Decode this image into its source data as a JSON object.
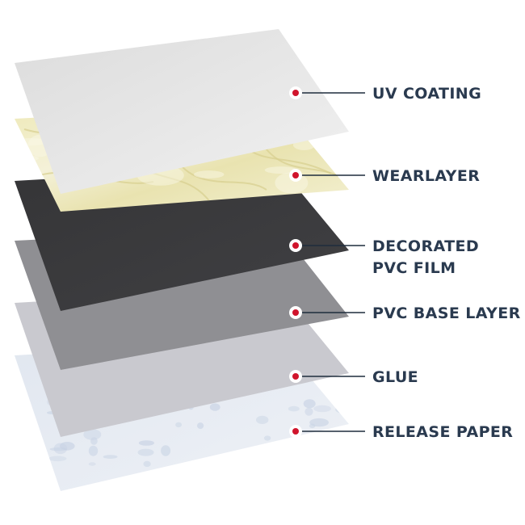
{
  "colors": {
    "label_text": "#2a3a4f",
    "leader_line": "#1f2d3d",
    "marker_dot": "#d0142c",
    "marker_ring": "#ffffff"
  },
  "layers": [
    {
      "id": "uv-coating",
      "label": "UV COATING",
      "fill": "#e9e9e9",
      "texture": "none"
    },
    {
      "id": "wearlayer",
      "label": "WEARLAYER",
      "fill": "#efedc9",
      "texture": "marble"
    },
    {
      "id": "decorated-pvc-film",
      "label": "DECORATED\nPVC FILM",
      "fill": "#3a3a3c",
      "texture": "none"
    },
    {
      "id": "pvc-base-layer",
      "label": "PVC BASE LAYER",
      "fill": "#8f8f93",
      "texture": "none"
    },
    {
      "id": "glue",
      "label": "GLUE",
      "fill": "#c9c9cf",
      "texture": "none"
    },
    {
      "id": "release-paper",
      "label": "RELEASE PAPER",
      "fill": "#e7ebf2",
      "texture": "speckle"
    }
  ]
}
